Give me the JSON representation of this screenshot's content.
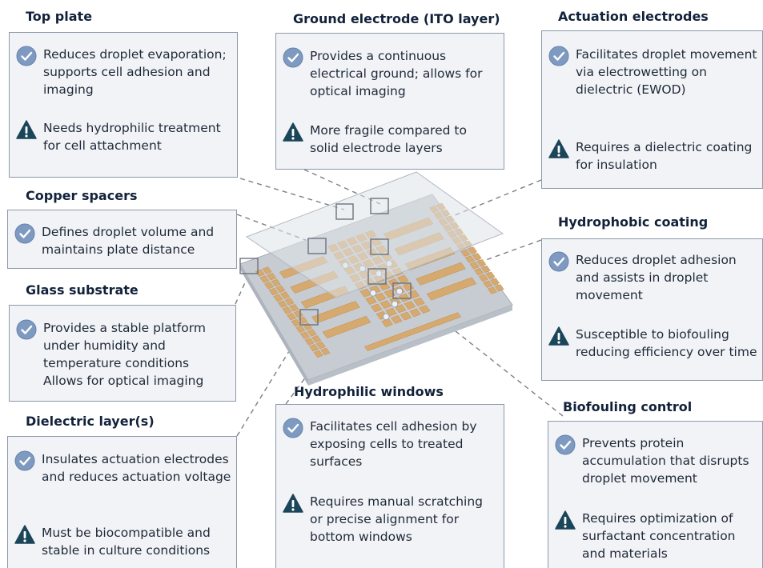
{
  "colors": {
    "box_fill": "#f1f3f7",
    "box_border": "#8c99ab",
    "check_icon": "#7f9ac0",
    "warning_icon": "#1b4559",
    "electrode": "#d6a96e",
    "glass": "#d9dde3"
  },
  "panels": {
    "top_plate": {
      "title": "Top plate",
      "pros": "Reduces droplet evaporation; supports cell adhesion and imaging",
      "cons": "Needs hydrophilic treatment for cell attachment"
    },
    "ground_electrode": {
      "title": "Ground electrode (ITO layer)",
      "pros": "Provides a continuous electrical ground; allows for optical imaging",
      "cons": "More fragile compared to solid electrode layers"
    },
    "actuation_electrodes": {
      "title": "Actuation electrodes",
      "pros": "Facilitates droplet movement via electrowetting on dielectric (EWOD)",
      "cons": "Requires a dielectric coating for insulation"
    },
    "copper_spacers": {
      "title": "Copper spacers",
      "pros": "Defines droplet volume and maintains plate distance"
    },
    "hydrophobic_coating": {
      "title": "Hydrophobic coating",
      "pros": "Reduces droplet adhesion and assists in droplet movement",
      "cons": "Susceptible to biofouling reducing efficiency over time"
    },
    "glass_substrate": {
      "title": "Glass substrate",
      "pros": "Provides a stable platform under humidity and temperature conditions Allows for optical imaging"
    },
    "hydrophilic_windows": {
      "title": "Hydrophilic windows",
      "pros": "Facilitates cell adhesion by exposing cells to treated surfaces",
      "cons": "Requires manual scratching or precise alignment for bottom windows"
    },
    "dielectric_layers": {
      "title": "Dielectric layer(s)",
      "pros": "Insulates actuation electrodes and reduces actuation voltage",
      "cons": "Must be biocompatible and stable in culture conditions"
    },
    "biofouling_control": {
      "title": "Biofouling control",
      "pros": "Prevents protein accumulation that disrupts droplet movement",
      "cons": "Requires optimization of surfactant concentration and materials"
    }
  }
}
